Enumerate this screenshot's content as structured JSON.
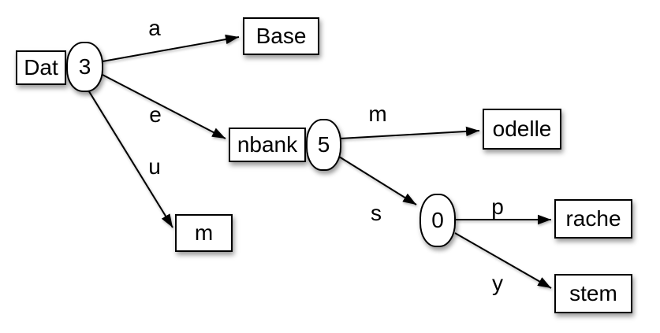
{
  "diagram": {
    "kind": "trie",
    "colors": {
      "background": "#ffffff",
      "node_fill": "#ffffff",
      "stroke": "#000000"
    },
    "nodes": {
      "dat": "Dat",
      "count3": "3",
      "base": "Base",
      "nbank": "nbank",
      "count5": "5",
      "m_leaf": "m",
      "odelle": "odelle",
      "count0": "0",
      "rache": "rache",
      "stem": "stem"
    },
    "edge_labels": {
      "a": "a",
      "e": "e",
      "u": "u",
      "m": "m",
      "s": "s",
      "p": "p",
      "y": "y"
    }
  }
}
